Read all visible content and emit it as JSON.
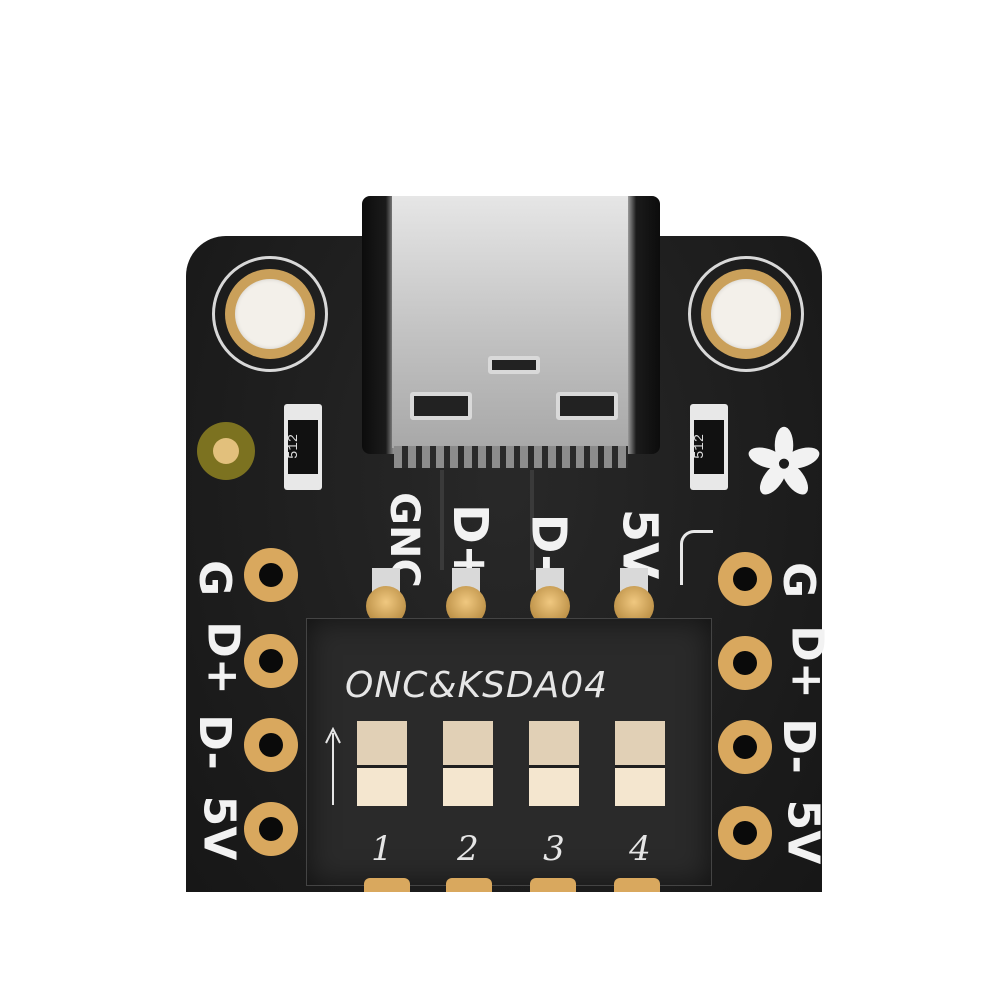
{
  "board": {
    "usb_pin_labels": [
      "GNC",
      "D+",
      "D-",
      "5V"
    ],
    "left_header_labels": [
      "G",
      "D+",
      "D-",
      "5V"
    ],
    "right_header_labels": [
      "G",
      "D+",
      "D-",
      "5V"
    ],
    "resistor_left_code": "512",
    "resistor_right_code": "512",
    "colors": {
      "pcb": "#1d1d1d",
      "gold": "#d9a85e",
      "silk": "#f2f2f2"
    }
  },
  "dip_switch": {
    "model_text": "ONC&KSDA04",
    "switch_numbers": [
      "1",
      "2",
      "3",
      "4"
    ]
  },
  "icons": {
    "logo": "adafruit-flower-icon",
    "arrow": "up-arrow-icon"
  }
}
